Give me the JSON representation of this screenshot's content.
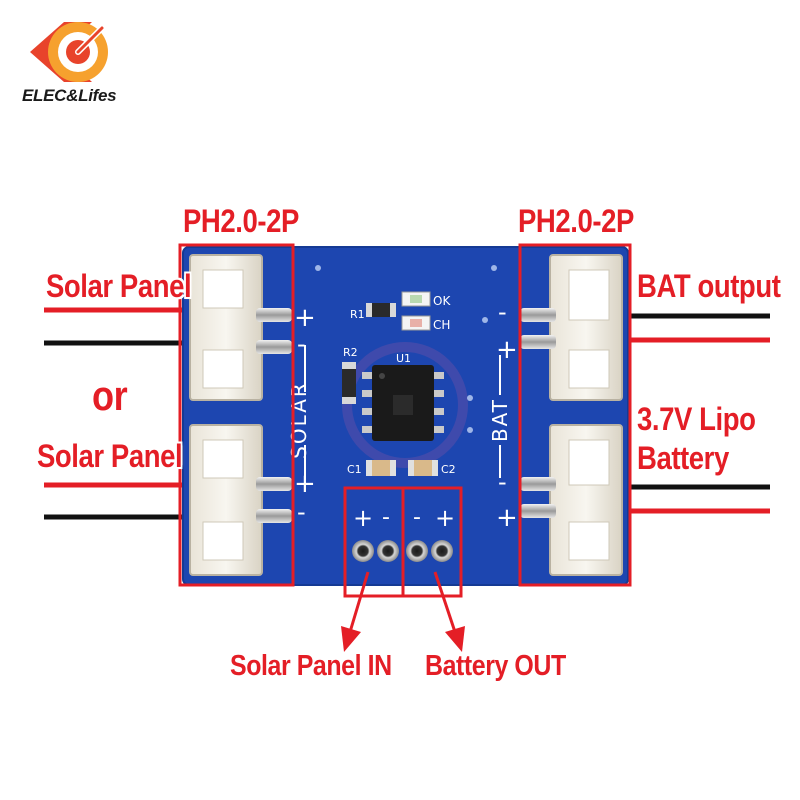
{
  "brand": {
    "name": "ELEC&Lifes",
    "logo_colors": [
      "#e8432b",
      "#f6a12e"
    ]
  },
  "connectors": {
    "left_title": "PH2.0-2P",
    "right_title": "PH2.0-2P"
  },
  "labels": {
    "solar_panel_top": "Solar Panel",
    "or": "or",
    "solar_panel_bottom": "Solar Panel",
    "bat_output": "BAT output",
    "lipo_line1": "3.7V Lipo",
    "lipo_line2": "Battery",
    "solar_in": "Solar Panel IN",
    "battery_out": "Battery OUT"
  },
  "pcb": {
    "color": "#1d46b0",
    "solar_silk": "SOLAR",
    "bat_silk": "BAT",
    "r1": "R1",
    "r2": "R2",
    "u1": "U1",
    "c1": "C1",
    "c2": "C2",
    "ok": "OK",
    "ch": "CH",
    "plus": "+",
    "minus": "-"
  },
  "colors": {
    "annotation_red": "#e41e26",
    "wire_red": "#e41e26",
    "wire_black": "#111111"
  }
}
